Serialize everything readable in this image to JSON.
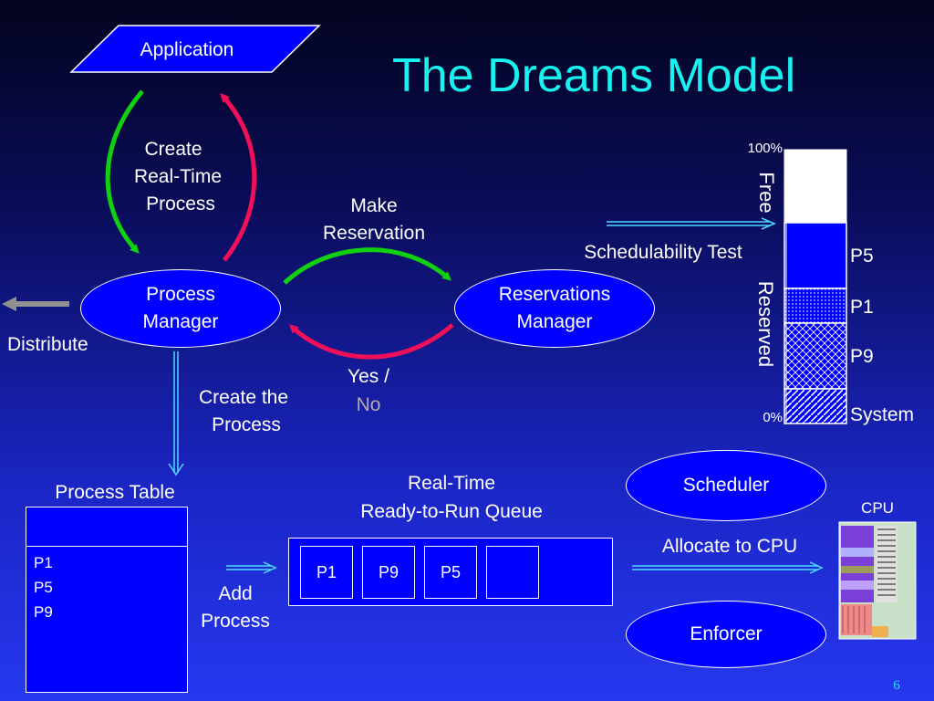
{
  "slide": {
    "title": "The Dreams Model",
    "page_number": "6"
  },
  "nodes": {
    "application": "Application",
    "process_manager": [
      "Process",
      "Manager"
    ],
    "reservations_manager": [
      "Reservations",
      "Manager"
    ],
    "scheduler": "Scheduler",
    "enforcer": "Enforcer"
  },
  "labels": {
    "create_rt_process": [
      "Create",
      "Real-Time",
      "Process"
    ],
    "make_reservation": [
      "Make",
      "Reservation"
    ],
    "yes": "Yes /",
    "no": "No",
    "distribute": "Distribute",
    "create_the_process": [
      "Create the",
      "Process"
    ],
    "schedulability_test": "Schedulability Test",
    "process_table": "Process Table",
    "add_process": [
      "Add",
      "Process"
    ],
    "rt_queue": [
      "Real-Time",
      "Ready-to-Run Queue"
    ],
    "allocate_cpu": "Allocate to CPU",
    "cpu": "CPU"
  },
  "process_table": {
    "entries": [
      "P1",
      "P5",
      "P9"
    ]
  },
  "queue": {
    "items": [
      "P1",
      "P9",
      "P5",
      ""
    ]
  },
  "reservation_bar": {
    "top_label": "100%",
    "bottom_label": "0%",
    "free_label": "Free",
    "reserved_label": "Reserved",
    "segments": [
      "P5",
      "P1",
      "P9",
      "System"
    ]
  },
  "colors": {
    "title": "#19f0f0",
    "no_text": "#b8a9a9",
    "arrow_green": "#10d010",
    "arrow_red": "#f0105a",
    "arrow_cyan": "#4fd9ff",
    "arrow_gray": "#909090",
    "node_fill": "#0000ff"
  }
}
